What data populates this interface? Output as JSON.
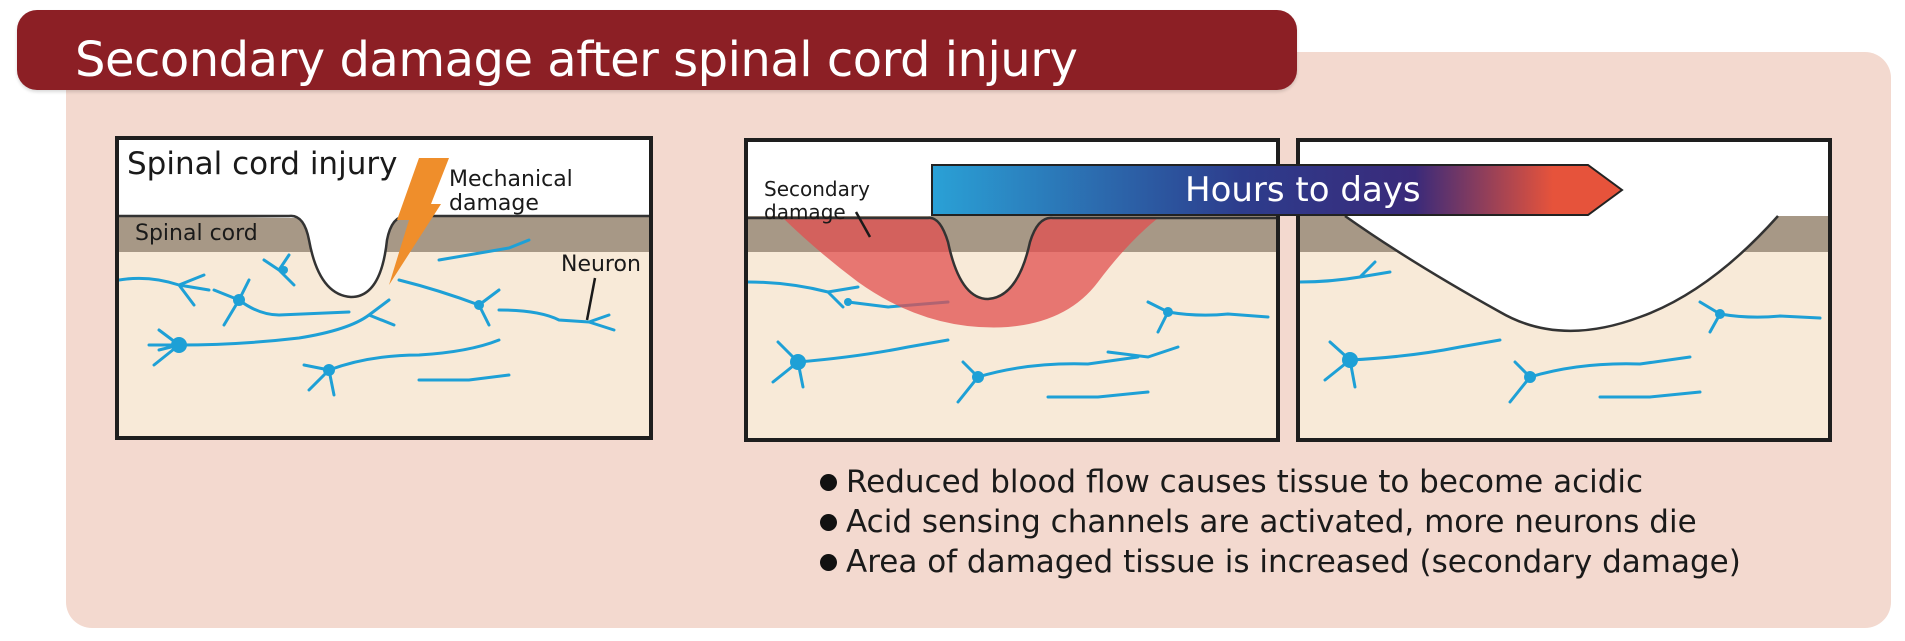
{
  "title": "Secondary damage after spinal cord injury",
  "panel_injury": {
    "heading": "Spinal cord injury",
    "mechanical_label": "Mechanical damage",
    "mechanical_line1": "Mechanical",
    "mechanical_line2": "damage",
    "spinal_cord_label": "Spinal cord",
    "neuron_label": "Neuron"
  },
  "panel_secondary": {
    "secondary_line1": "Secondary",
    "secondary_line2": "damage"
  },
  "timeline_arrow": {
    "label": "Hours to days"
  },
  "bullets": [
    "Reduced blood flow causes tissue to become acidic",
    "Acid sensing channels are activated, more neurons die",
    "Area of damaged tissue is increased (secondary damage)"
  ],
  "colors": {
    "banner": "#8c1f25",
    "background_card": "#f3d9cf",
    "tissue": "#f8ead8",
    "spinal_cord_band": "#a79886",
    "neuron": "#1ea0d6",
    "lightning": "#ef8e2b",
    "damage_zone": "#e24f4f",
    "arrow_gradient": [
      "#2aa1d6",
      "#2d2e80",
      "#e6533b"
    ]
  }
}
